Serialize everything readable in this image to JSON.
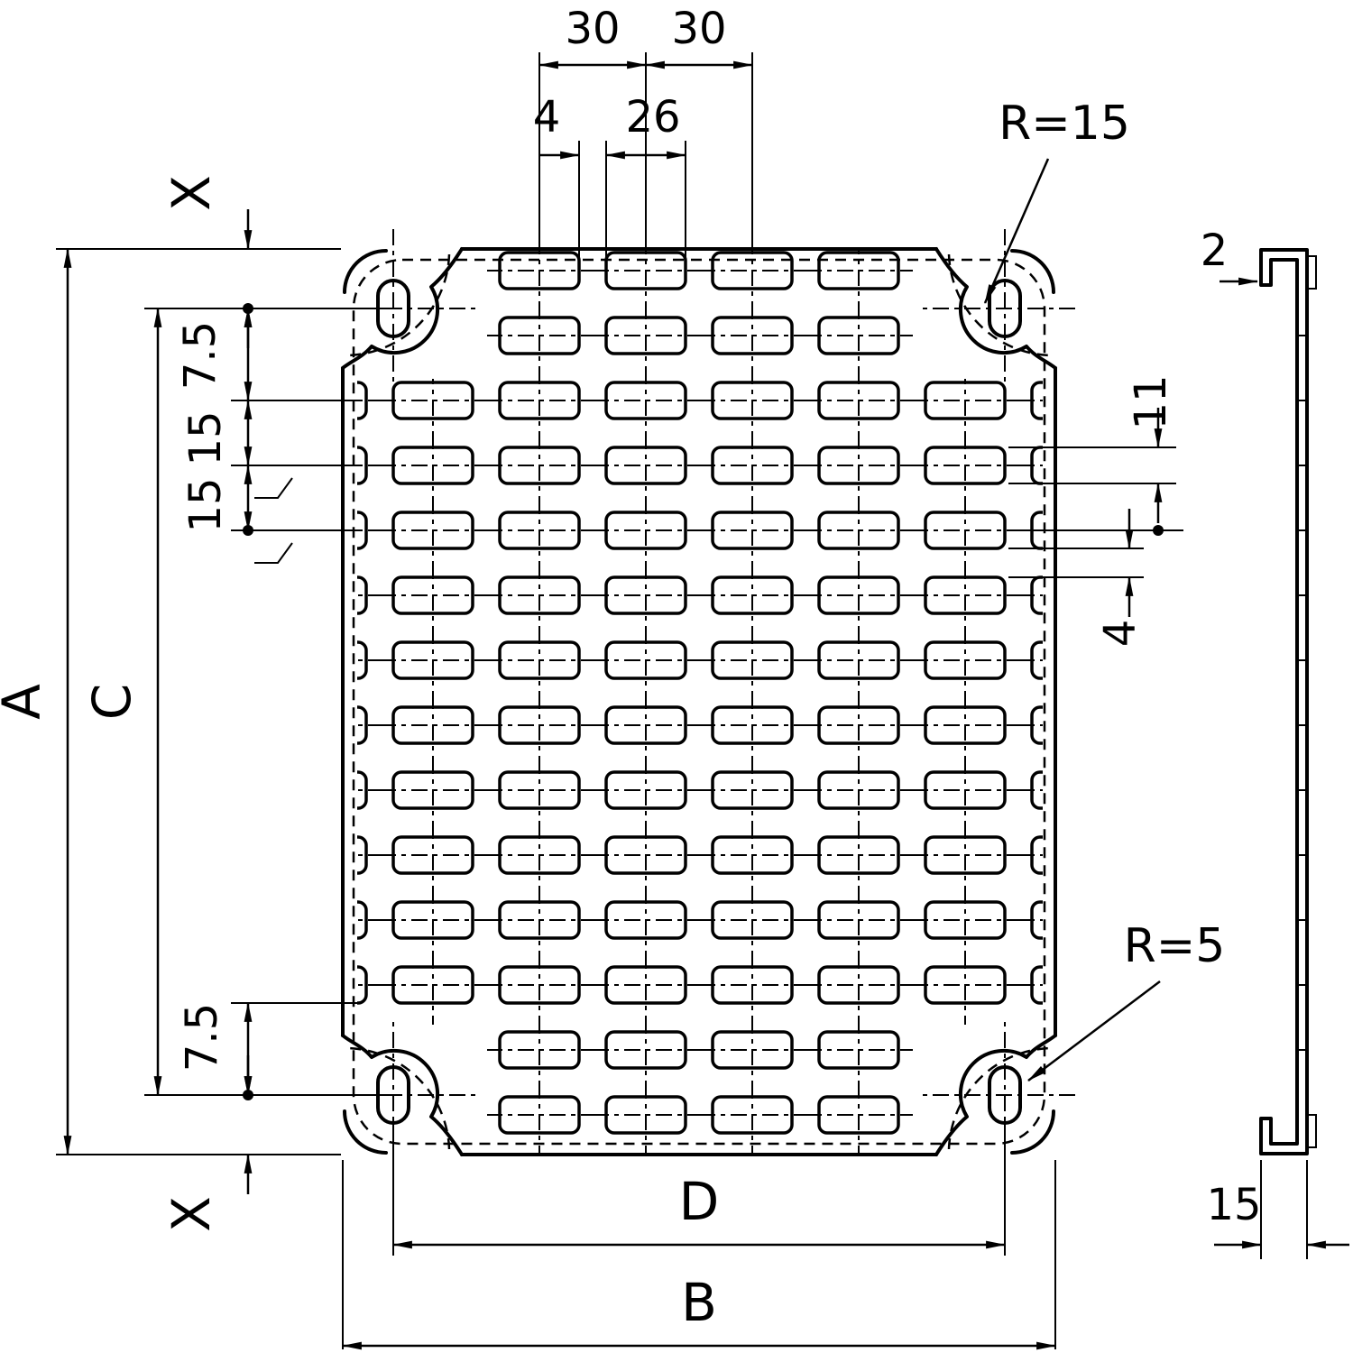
{
  "page": {
    "background": "#ffffff",
    "line_color": "#000000"
  },
  "dims": {
    "col_pitch_left": "30",
    "col_pitch_right": "30",
    "slot_gap_top": "4",
    "slot_length_top": "26",
    "corner_radius": "R=15",
    "offset_top": "X",
    "margin_top": "7.5",
    "row_pitch_1": "15",
    "row_pitch_2": "15",
    "overall_height": "A",
    "fixing_height": "C",
    "margin_bottom": "7.5",
    "offset_bottom": "X",
    "fixing_width": "D",
    "overall_width": "B",
    "corner_fillet": "R=5",
    "thickness": "2",
    "slot_height_side": "11",
    "row_gap_side": "4",
    "profile_depth": "15"
  }
}
